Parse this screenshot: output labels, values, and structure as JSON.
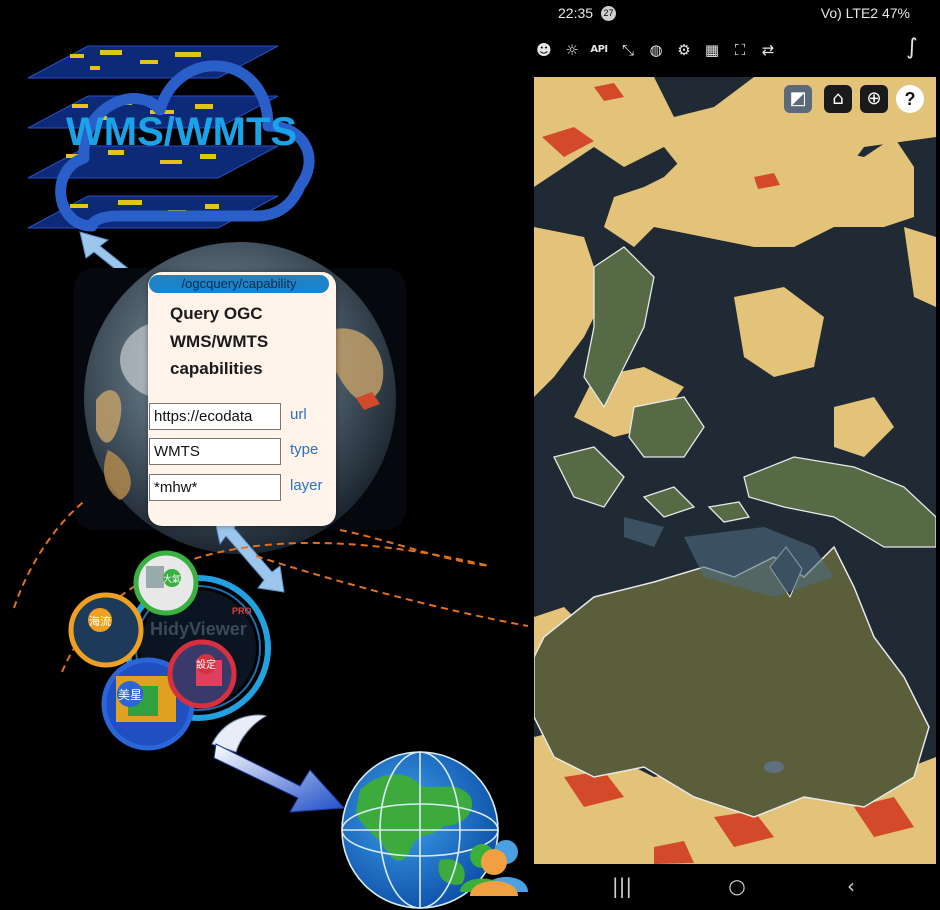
{
  "diagram": {
    "title": "WMS/WMTS",
    "popup": {
      "endpoint": "/ogcquery/capability",
      "title_lines": [
        "Query OGC",
        "WMS/WMTS",
        "capabilities"
      ],
      "fields": [
        {
          "value": "https://ecodata",
          "label": "url"
        },
        {
          "value": "WMTS",
          "label": "type"
        },
        {
          "value": "*mhw*",
          "label": "layer"
        }
      ]
    },
    "app_logo_text": "HidyViewer",
    "app_logo_badge": "PRO",
    "app_bubbles": [
      "海流",
      "大氣",
      "美星",
      "設定"
    ]
  },
  "phone": {
    "status_bar": {
      "time": "22:35",
      "notification_count": "27",
      "right_indicators": "Vo) LTE2 47%"
    },
    "toolbar": {
      "icons": [
        "smiley-icon",
        "sun-icon",
        "api-icon",
        "route-icon",
        "globe-grid-icon",
        "gear-icon",
        "grid-icon",
        "fullscreen-icon",
        "translate-icon",
        "dolphin-logo-icon"
      ],
      "api_label": "API"
    },
    "map_buttons": [
      "layers-icon",
      "home-icon",
      "globe-icon",
      "help-icon"
    ],
    "nav_bar": [
      "recents-button",
      "home-button",
      "back-button"
    ]
  },
  "colors": {
    "accent_blue": "#1aa3e8",
    "arrow_blue": "#8fc0e8",
    "dashed_orange": "#e07020",
    "sea_dark": "#1e2630",
    "mhw_yellow": "#e3c27a",
    "mhw_red": "#d24a2a"
  }
}
